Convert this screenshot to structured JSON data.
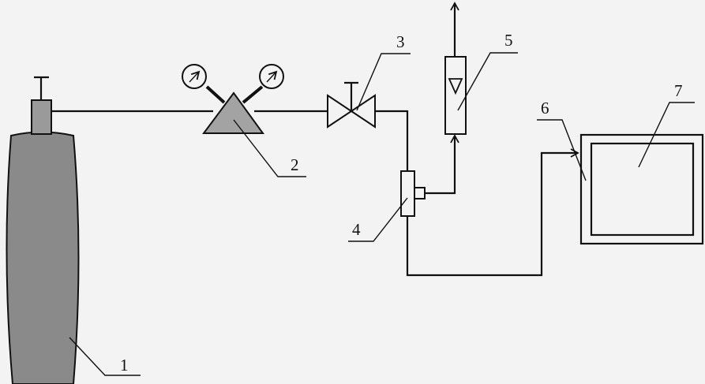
{
  "diagram": {
    "colors": {
      "background": "#f3f3f3",
      "stroke": "#111111",
      "cylinder_fill": "#8a8a8a",
      "regulator_fill": "#a3a3a3",
      "valve_stem_fill": "#9a9a9a"
    },
    "labels": {
      "cylinder": "1",
      "regulator": "2",
      "valve": "3",
      "tee": "4",
      "flowmeter": "5",
      "chamber_outer": "6",
      "chamber_inner": "7"
    }
  }
}
